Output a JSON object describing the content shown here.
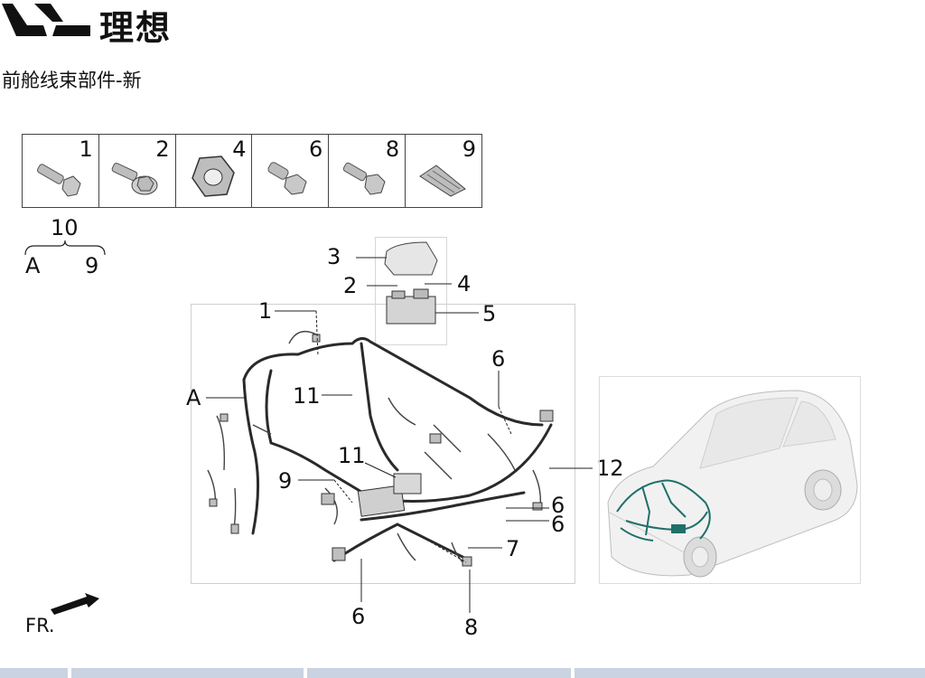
{
  "header": {
    "brand_text": "理想",
    "page_title": "前舱线束部件-新"
  },
  "parts_strip": [
    {
      "num": "1",
      "icon": "bolt-icon"
    },
    {
      "num": "2",
      "icon": "flange-bolt-icon"
    },
    {
      "num": "4",
      "icon": "hex-nut-icon"
    },
    {
      "num": "6",
      "icon": "short-bolt-icon"
    },
    {
      "num": "8",
      "icon": "bolt-icon"
    },
    {
      "num": "9",
      "icon": "clip-icon"
    }
  ],
  "bracket": {
    "top": "10",
    "left": "A",
    "right": "9"
  },
  "callouts": {
    "c1": "1",
    "c2": "2",
    "c3": "3",
    "c4": "4",
    "c5": "5",
    "c6a": "6",
    "c6b": "6",
    "c6c": "6",
    "c6d": "6",
    "c7": "7",
    "c8": "8",
    "c9": "9",
    "c11a": "11",
    "c11b": "11",
    "c12": "12",
    "cA": "A"
  },
  "front_label": "FR.",
  "colors": {
    "harness": "#2a2a2a",
    "car_harness": "#1f6f6a",
    "bottom_bar": "#c9d3e1"
  }
}
